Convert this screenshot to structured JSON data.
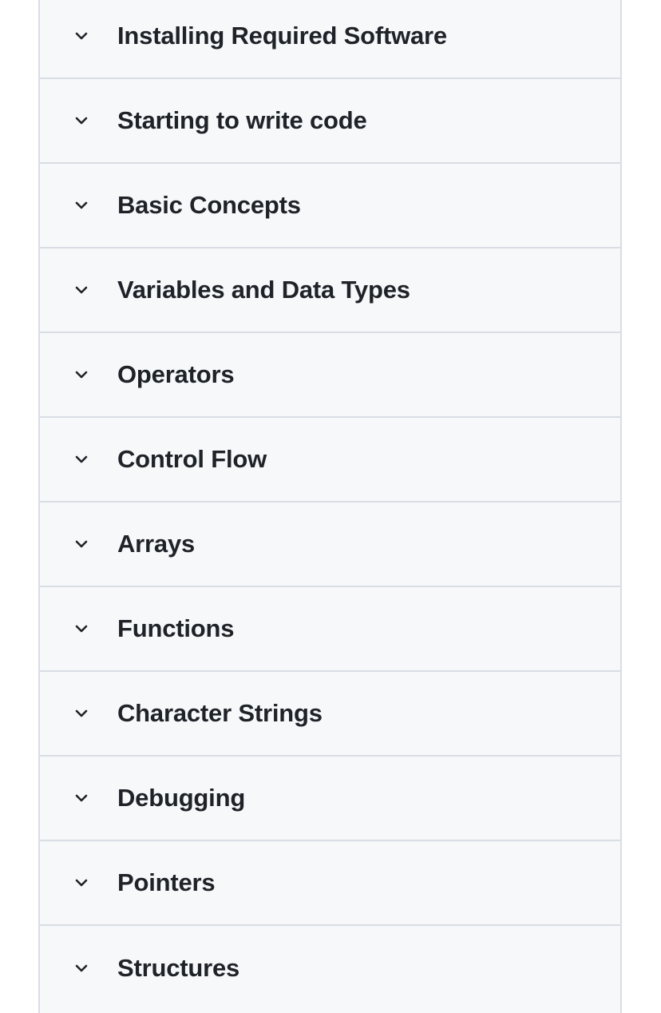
{
  "accordion": {
    "sections": [
      {
        "title": "Installing Required Software",
        "icon": "chevron-down-icon"
      },
      {
        "title": "Starting to write code",
        "icon": "chevron-down-icon"
      },
      {
        "title": "Basic Concepts",
        "icon": "chevron-down-icon"
      },
      {
        "title": "Variables and Data Types",
        "icon": "chevron-down-icon"
      },
      {
        "title": "Operators",
        "icon": "chevron-down-icon"
      },
      {
        "title": "Control Flow",
        "icon": "chevron-down-icon"
      },
      {
        "title": "Arrays",
        "icon": "chevron-down-icon"
      },
      {
        "title": "Functions",
        "icon": "chevron-down-icon"
      },
      {
        "title": "Character Strings",
        "icon": "chevron-down-icon"
      },
      {
        "title": "Debugging",
        "icon": "chevron-down-icon"
      },
      {
        "title": "Pointers",
        "icon": "chevron-down-icon"
      },
      {
        "title": "Structures",
        "icon": "chevron-down-icon"
      }
    ]
  },
  "colors": {
    "background": "#f6f8fa",
    "border": "#d8dee4",
    "text": "#1f2328"
  }
}
